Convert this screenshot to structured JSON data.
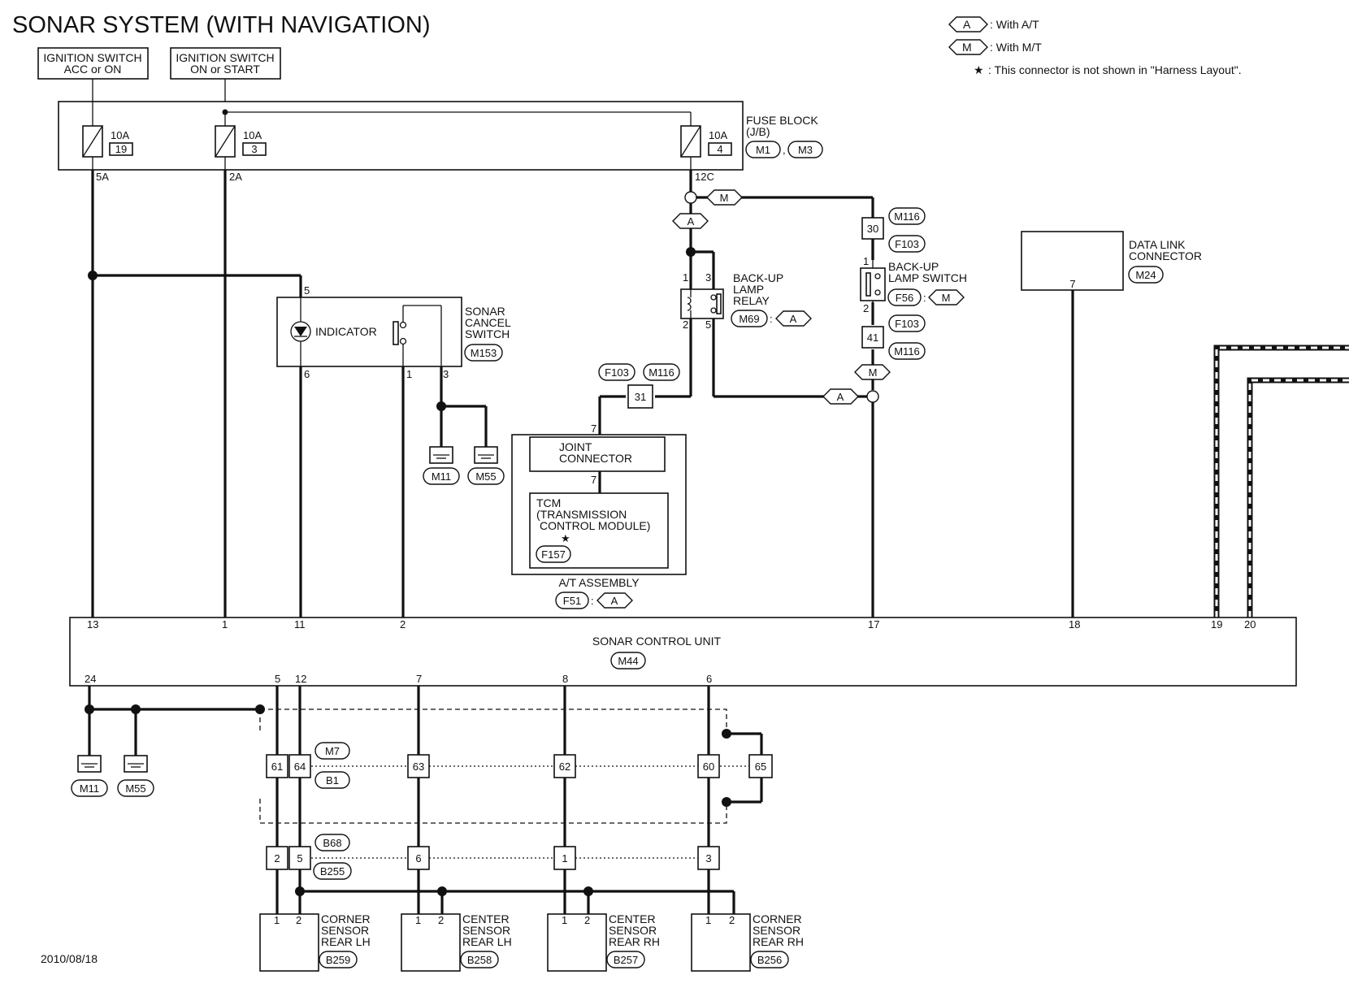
{
  "title": "SONAR SYSTEM (WITH NAVIGATION)",
  "date": "2010/08/18",
  "legend": {
    "a_tag": "A",
    "a_text": ": With A/T",
    "m_tag": "M",
    "m_text": ": With M/T",
    "star": "★",
    "note": ": This connector is not shown in \"Harness Layout\"."
  },
  "ign_acc": {
    "line1": "IGNITION SWITCH",
    "line2": "ACC or ON"
  },
  "ign_on": {
    "line1": "IGNITION SWITCH",
    "line2": "ON or START"
  },
  "fuse_block": {
    "label1": "FUSE BLOCK",
    "label2": "(J/B)",
    "conn1": "M1",
    "comma": ",",
    "conn2": "M3",
    "fuses": [
      {
        "amp": "10A",
        "num": "19",
        "terminal": "5A"
      },
      {
        "amp": "10A",
        "num": "3",
        "terminal": "2A"
      },
      {
        "amp": "10A",
        "num": "4",
        "terminal": "12C"
      }
    ]
  },
  "sonar_cancel": {
    "indicator": "INDICATOR",
    "label1": "SONAR",
    "label2": "CANCEL",
    "label3": "SWITCH",
    "conn": "M153",
    "pin_top": "5",
    "pin6": "6",
    "pin1": "1",
    "pin3": "3"
  },
  "grounds_top": [
    "M11",
    "M55"
  ],
  "backup_relay": {
    "label1": "BACK-UP",
    "label2": "LAMP",
    "label3": "RELAY",
    "conn": "M69",
    "sep": ":",
    "tag": "A",
    "pin1": "1",
    "pin3": "3",
    "pin2": "2",
    "pin5": "5"
  },
  "backup_switch": {
    "label1": "BACK-UP",
    "label2": "LAMP SWITCH",
    "conn": "F56",
    "sep": ":",
    "tag": "M",
    "pin1": "1",
    "pin2": "2"
  },
  "inline_top": {
    "pin30": "30",
    "c_m116_a": "M116",
    "c_f103_a": "F103",
    "pin41": "41",
    "c_f103_b": "F103",
    "c_m116_b": "M116",
    "pin31": "31",
    "c_f103_c": "F103",
    "c_m116_c": "M116"
  },
  "tags": {
    "a1": "A",
    "m1": "M",
    "a2": "A",
    "m2": "M"
  },
  "at_assembly": {
    "joint1": "JOINT",
    "joint2": "CONNECTOR",
    "tcm1": "TCM",
    "tcm2": "(TRANSMISSION",
    "tcm3": "CONTROL MODULE)",
    "star": "★",
    "tcm_conn": "F157",
    "label": "A/T ASSEMBLY",
    "conn": "F51",
    "sep": ":",
    "tag": "A",
    "pin7a": "7",
    "pin7b": "7"
  },
  "dlc": {
    "label1": "DATA LINK",
    "label2": "CONNECTOR",
    "conn": "M24",
    "pin": "7"
  },
  "scu": {
    "label": "SONAR CONTROL UNIT",
    "conn": "M44",
    "top_pins": [
      "13",
      "1",
      "11",
      "2",
      "17",
      "18",
      "19",
      "20"
    ],
    "bottom_pins": [
      "24",
      "5",
      "12",
      "7",
      "8",
      "6"
    ]
  },
  "grounds_bottom": [
    "M11",
    "M55"
  ],
  "inline_mid": {
    "conn_a": "M7",
    "conn_b": "B1",
    "pins": [
      "61",
      "64",
      "63",
      "62",
      "60",
      "65"
    ]
  },
  "inline_low": {
    "conn_a": "B68",
    "conn_b": "B255",
    "pins": [
      "2",
      "5",
      "6",
      "1",
      "3"
    ]
  },
  "sensors": [
    {
      "line1": "CORNER",
      "line2": "SENSOR",
      "line3": "REAR LH",
      "conn": "B259",
      "p1": "1",
      "p2": "2"
    },
    {
      "line1": "CENTER",
      "line2": "SENSOR",
      "line3": "REAR LH",
      "conn": "B258",
      "p1": "1",
      "p2": "2"
    },
    {
      "line1": "CENTER",
      "line2": "SENSOR",
      "line3": "REAR RH",
      "conn": "B257",
      "p1": "1",
      "p2": "2"
    },
    {
      "line1": "CORNER",
      "line2": "SENSOR",
      "line3": "REAR RH",
      "conn": "B256",
      "p1": "1",
      "p2": "2"
    }
  ]
}
